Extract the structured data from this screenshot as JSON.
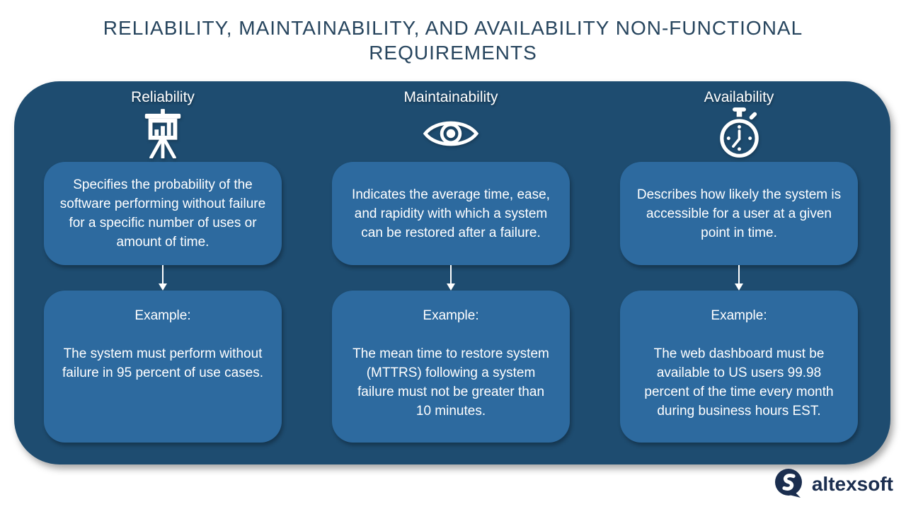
{
  "title": "RELIABILITY, MAINTAINABILITY, AND AVAILABILITY NON-FUNCTIONAL REQUIREMENTS",
  "columns": [
    {
      "heading": "Reliability",
      "icon": "presentation-bar-chart-icon",
      "description": "Specifies the probability of the software performing without failure for a specific number of uses or amount of time.",
      "example_label": "Example:",
      "example": "The system must perform without failure in 95 percent of use cases."
    },
    {
      "heading": "Maintainability",
      "icon": "eye-icon",
      "description": "Indicates the average time, ease, and rapidity with which a system can be restored after a failure.",
      "example_label": "Example:",
      "example": "The mean time to restore system (MTTRS) following a system failure must not be greater than 10 minutes."
    },
    {
      "heading": "Availability",
      "icon": "stopwatch-icon",
      "description": "Describes how likely the system is accessible for a user at a given point in time.",
      "example_label": "Example:",
      "example": "The web dashboard must be available to US users 99.98 percent of the time every month during business hours EST."
    }
  ],
  "footer": {
    "brand": "altexsoft"
  },
  "colors": {
    "title-text": "#27455e",
    "panel-bg": "#1e4c70",
    "card-bg": "#2d6a9f",
    "content-text": "#ffffff",
    "logo-navy": "#1b2e4f"
  }
}
